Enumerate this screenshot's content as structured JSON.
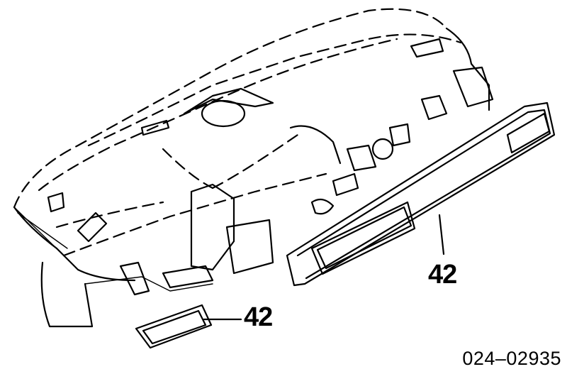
{
  "callouts": [
    {
      "label": "42"
    },
    {
      "label": "42"
    }
  ],
  "diagram_code": "024–02935"
}
